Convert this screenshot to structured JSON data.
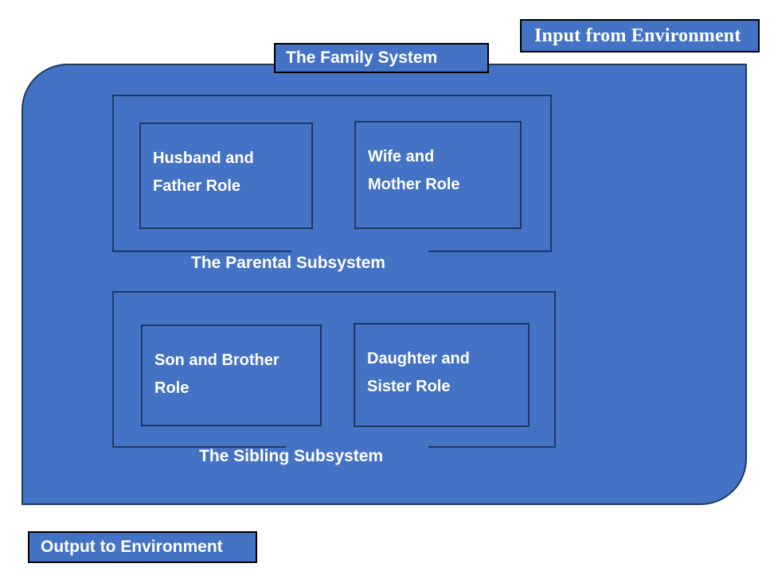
{
  "diagram": {
    "title": "The Family System",
    "colors": {
      "fill": "#4472C4",
      "border": "#1F3864",
      "chip_border": "#000000",
      "text": "#FFFFFF",
      "background": "#FFFFFF"
    },
    "environment": {
      "input_label": "Input from Environment",
      "output_label": "Output to Environment"
    },
    "system_label": "The Family System",
    "subsystems": [
      {
        "id": "parental",
        "caption": "The Parental Subsystem",
        "roles": [
          {
            "id": "husband-father",
            "line1": "Husband and",
            "line2": "Father Role"
          },
          {
            "id": "wife-mother",
            "line1": "Wife and",
            "line2": "Mother Role"
          }
        ]
      },
      {
        "id": "sibling",
        "caption": "The Sibling Subsystem",
        "roles": [
          {
            "id": "son-brother",
            "line1": "Son and Brother",
            "line2": "Role"
          },
          {
            "id": "daughter-sister",
            "line1": "Daughter and",
            "line2": "Sister Role"
          }
        ]
      }
    ]
  }
}
